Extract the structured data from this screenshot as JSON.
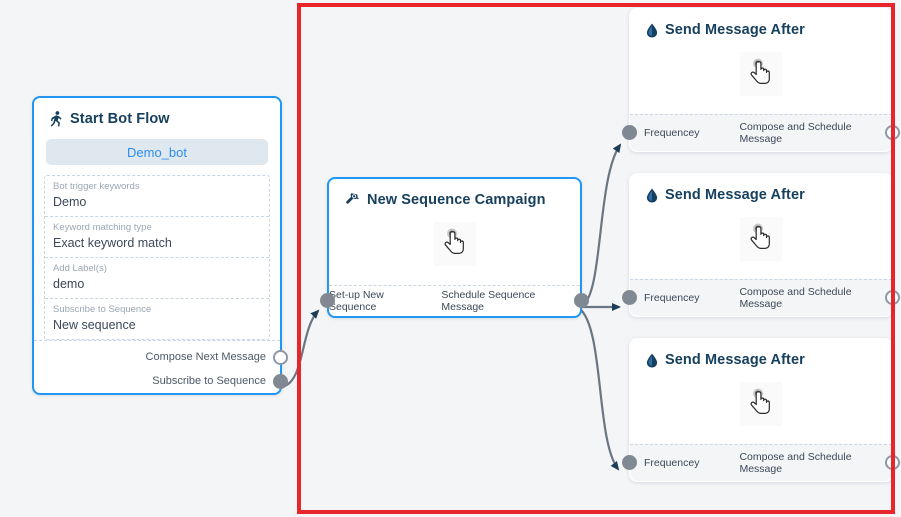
{
  "canvas": {
    "background_color": "#f4f5f7",
    "highlight_color": "#e8252a",
    "accent_color": "#2196f3",
    "title_color": "#17405e"
  },
  "start_node": {
    "icon": "running-person-icon",
    "title": "Start Bot Flow",
    "bot_name": "Demo_bot",
    "fields": [
      {
        "label": "Bot trigger keywords",
        "value": "Demo"
      },
      {
        "label": "Keyword matching type",
        "value": "Exact keyword match"
      },
      {
        "label": "Add Label(s)",
        "value": "demo"
      },
      {
        "label": "Subscribe to Sequence",
        "value": "New sequence"
      }
    ],
    "ports": [
      {
        "label": "Compose Next Message",
        "state": "hollow"
      },
      {
        "label": "Subscribe to Sequence",
        "state": "filled"
      }
    ]
  },
  "sequence_node": {
    "icon": "megaphone-icon",
    "title": "New Sequence Campaign",
    "body_icon": "hand-pointer-icon",
    "footer": {
      "left_label": "Set-up New Sequence",
      "right_label": "Schedule Sequence Message"
    },
    "ports": {
      "input": "filled",
      "output": "filled"
    }
  },
  "message_cards": [
    {
      "icon": "water-drop-icon",
      "title": "Send Message After",
      "body_icon": "hand-pointer-icon",
      "footer": {
        "left_label": "Frequencey",
        "right_label": "Compose and Schedule Message"
      },
      "ports": {
        "input": "filled",
        "output": "hollow"
      }
    },
    {
      "icon": "water-drop-icon",
      "title": "Send Message After",
      "body_icon": "hand-pointer-icon",
      "footer": {
        "left_label": "Frequencey",
        "right_label": "Compose and Schedule Message"
      },
      "ports": {
        "input": "filled",
        "output": "hollow"
      }
    },
    {
      "icon": "water-drop-icon",
      "title": "Send Message After",
      "body_icon": "hand-pointer-icon",
      "footer": {
        "left_label": "Frequencey",
        "right_label": "Compose and Schedule Message"
      },
      "ports": {
        "input": "filled",
        "output": "hollow"
      }
    }
  ]
}
